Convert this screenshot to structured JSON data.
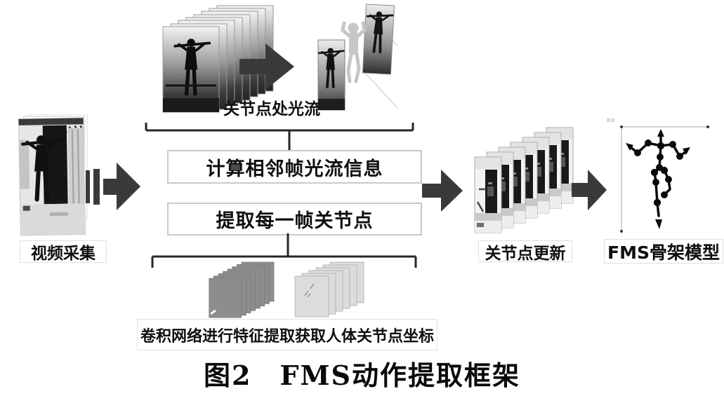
{
  "caption": "图2　FMS动作提取框架",
  "labels": {
    "video_capture": "视频采集",
    "flow_at_joints": "关节点处光流",
    "compute_flow": "计算相邻帧光流信息",
    "extract_joints": "提取每一帧关节点",
    "cnn_note": "卷积网络进行特征提取获取人体关节点坐标",
    "joint_update": "关节点更新",
    "skeleton_model": "FMS骨架模型",
    "axis_annotation": "0.0"
  },
  "colors": {
    "arrow": "#3a3a3a",
    "line": "#262626",
    "box_border": "#c9c9c9",
    "tag_border": "#e0e0e0",
    "text": "#0f0f0f",
    "dark_stack": "#8d8d8d",
    "light_stack": "#dcdcdc",
    "ghost": "#c6c6c6"
  }
}
